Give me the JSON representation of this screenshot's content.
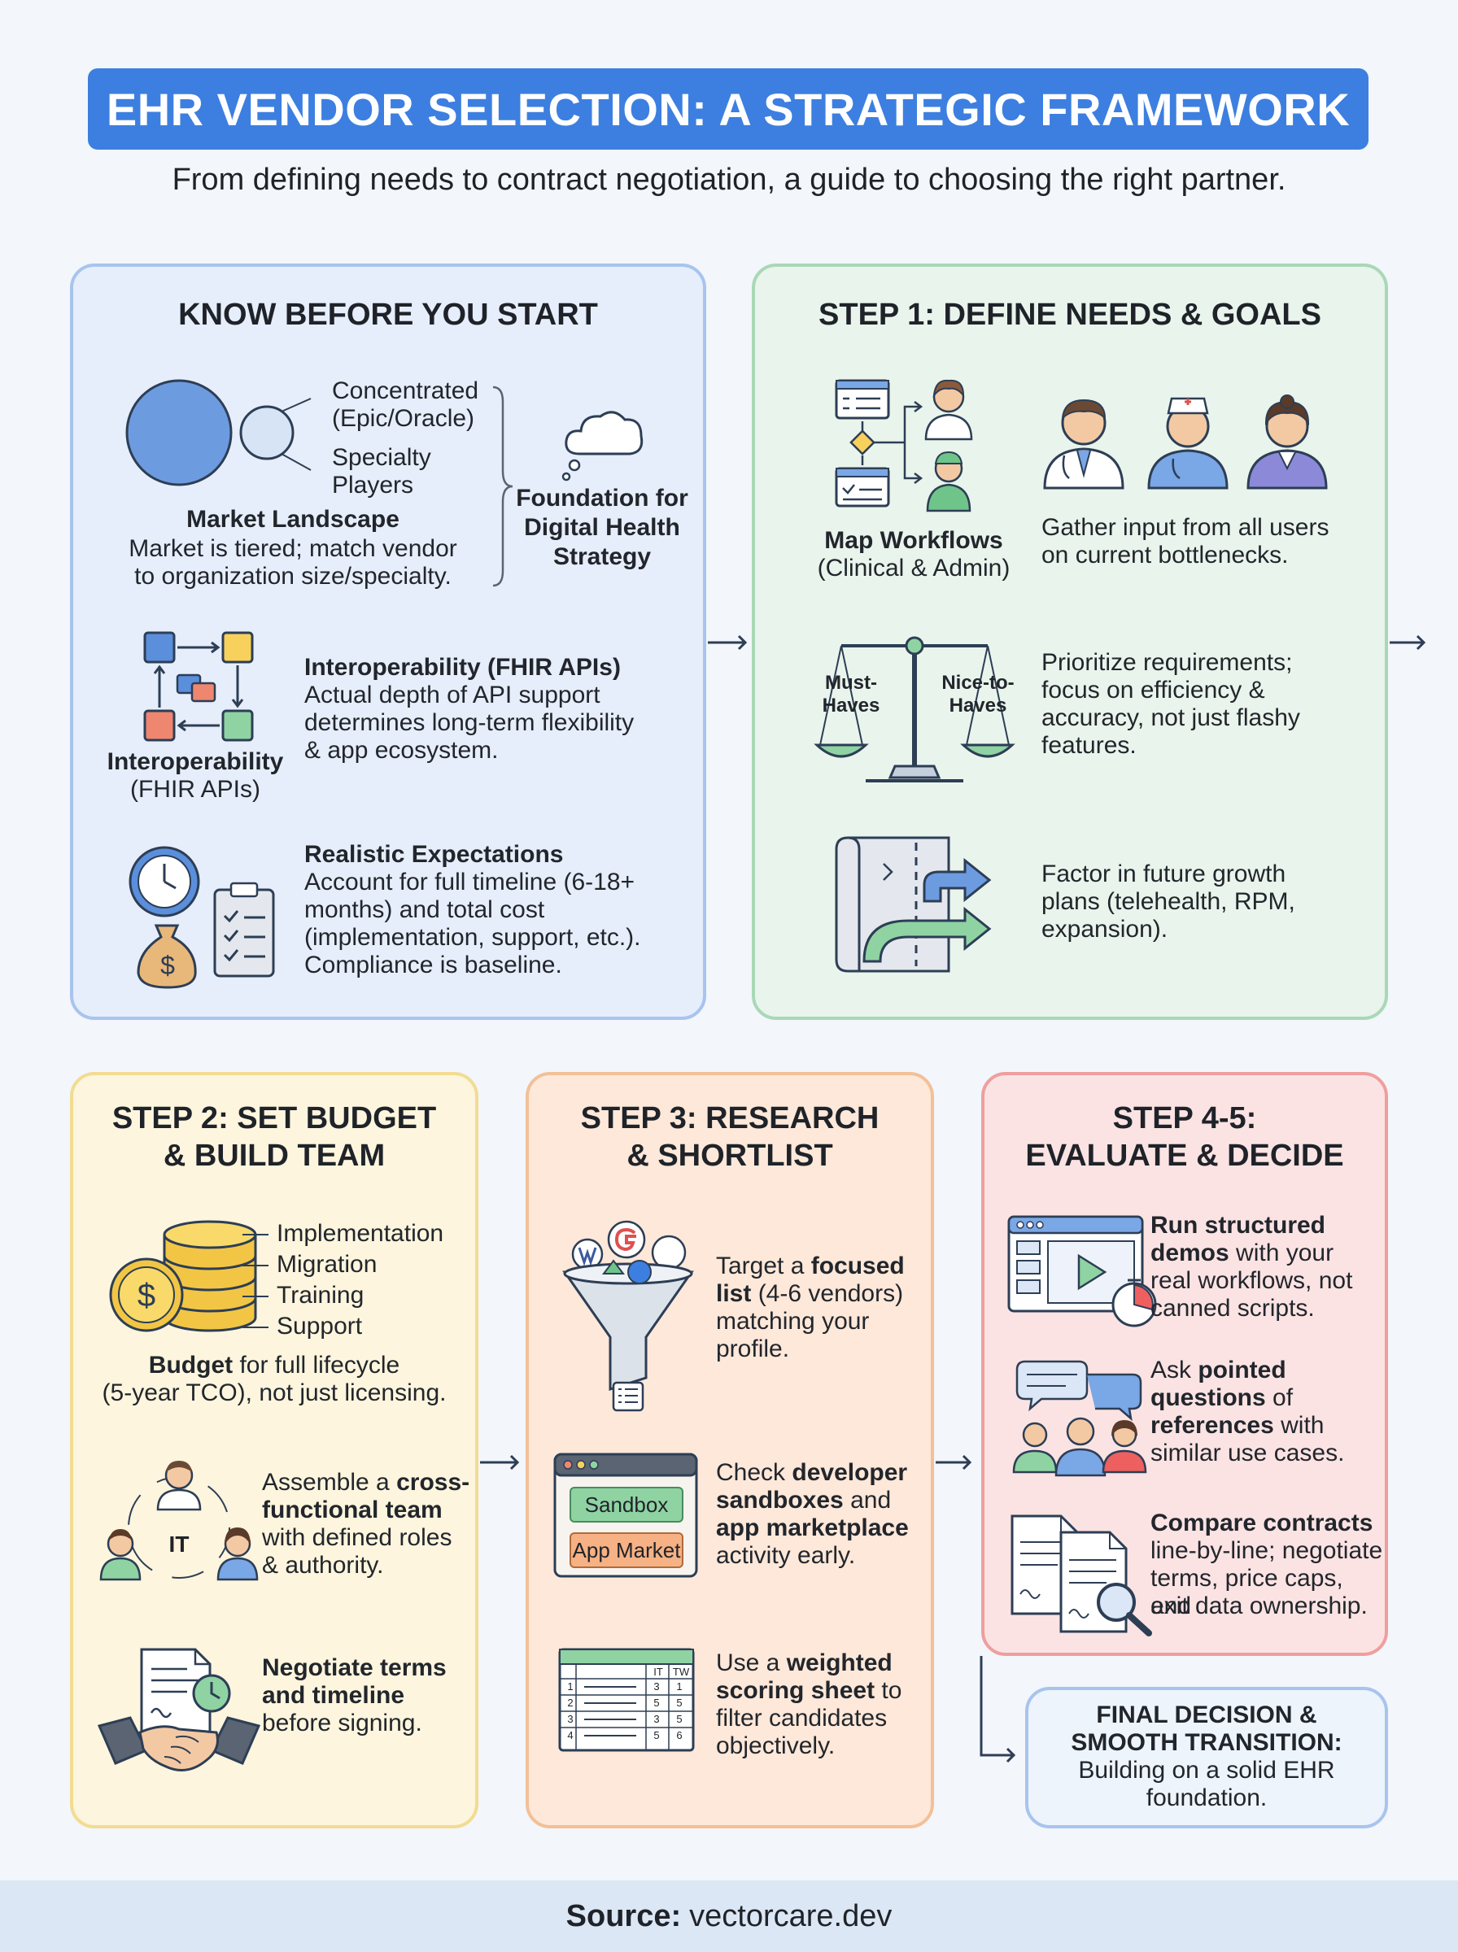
{
  "header": {
    "title": "EHR VENDOR SELECTION: A STRATEGIC FRAMEWORK",
    "subtitle": "From defining needs to contract negotiation, a guide to choosing the right partner."
  },
  "know_before": {
    "title": "KNOW BEFORE YOU START",
    "market": {
      "tier1": "Concentrated",
      "tier1b": "(Epic/Oracle)",
      "tier2": "Specialty",
      "tier2b": "Players",
      "label": "Market Landscape",
      "desc1": "Market is tiered; match vendor",
      "desc2": "to organization size/specialty."
    },
    "foundation": [
      "Foundation for",
      "Digital Health",
      "Strategy"
    ],
    "interop": {
      "icon_label1": "Interoperability",
      "icon_label2": "(FHIR APIs)",
      "heading": "Interoperability (FHIR APIs)",
      "lines": [
        "Actual depth of API support",
        "determines long-term flexibility",
        "& app ecosystem."
      ]
    },
    "realistic": {
      "heading": "Realistic Expectations",
      "lines": [
        "Account for full timeline (6-18+",
        "months) and total cost",
        "(implementation, support, etc.).",
        "Compliance is baseline."
      ],
      "dollar": "$"
    }
  },
  "step1": {
    "title": "STEP 1: DEFINE NEEDS & GOALS",
    "workflows_label1": "Map Workflows",
    "workflows_label2": "(Clinical & Admin)",
    "gather": [
      "Gather input from all users",
      "on current bottlenecks."
    ],
    "scale_left": [
      "Must-",
      "Haves"
    ],
    "scale_right": [
      "Nice-to-",
      "Haves"
    ],
    "prioritize": [
      "Prioritize requirements;",
      "focus on efficiency &",
      "accuracy, not just flashy",
      "features."
    ],
    "growth": [
      "Factor in future growth",
      "plans (telehealth, RPM,",
      "expansion)."
    ]
  },
  "step2": {
    "title": [
      "STEP 2: SET BUDGET",
      "& BUILD TEAM"
    ],
    "budget_items": [
      "Implementation",
      "Migration",
      "Training",
      "Support"
    ],
    "dollar": "$",
    "budget_bold": "Budget",
    "budget_rest1": " for full lifecycle",
    "budget_rest2": "(5-year TCO), not just licensing.",
    "team_icon": "IT",
    "team_pre": "Assemble a ",
    "team_bold1": "cross-",
    "team_bold2": "functional team",
    "team_rest": [
      "with defined roles",
      "& authority."
    ],
    "negotiate_bold": [
      "Negotiate terms",
      "and timeline"
    ],
    "negotiate_rest": "before signing."
  },
  "step3": {
    "title": [
      "STEP 3: RESEARCH",
      "& SHORTLIST"
    ],
    "target_pre": "Target a ",
    "target_bold1": "focused",
    "target_bold2": "list",
    "target_rest1": " (4-6 vendors)",
    "target_rest2": [
      "matching your",
      "profile."
    ],
    "sandbox_label": "Sandbox",
    "market_label": "App Market",
    "check_pre": "Check ",
    "check_bold1": "developer",
    "check_bold2": "sandboxes",
    "check_mid": " and",
    "check_bold3": "app marketplace",
    "check_rest": "activity early.",
    "sheet_cols": [
      "IT",
      "TW"
    ],
    "sheet_rows": [
      [
        "1",
        "3",
        "1"
      ],
      [
        "2",
        "5",
        "5"
      ],
      [
        "3",
        "3",
        "5"
      ],
      [
        "4",
        "5",
        "6"
      ]
    ],
    "use_pre": "Use a ",
    "use_bold1": "weighted",
    "use_bold2": "scoring sheet",
    "use_rest1": " to",
    "use_rest2": [
      "filter candidates",
      "objectively."
    ]
  },
  "step45": {
    "title": [
      "STEP 4-5:",
      "EVALUATE & DECIDE"
    ],
    "demo_bold1": "Run structured",
    "demo_bold2": "demos",
    "demo_rest1": " with your",
    "demo_rest2": [
      "real workflows, not",
      "canned scripts."
    ],
    "ask_pre": "Ask ",
    "ask_bold1": "pointed",
    "ask_bold2": "questions",
    "ask_mid": " of",
    "ask_bold3": "references",
    "ask_rest1": " with",
    "ask_rest2": "similar use cases.",
    "compare_bold": "Compare contracts",
    "compare_rest": [
      "line-by-line; negotiate",
      "terms, price caps, and",
      "exit data ownership."
    ]
  },
  "final": {
    "line1": "FINAL DECISION &",
    "line2": "SMOOTH TRANSITION:",
    "line3": "Building on a solid EHR",
    "line4": "foundation."
  },
  "footer": {
    "label": "Source:",
    "value": "vectorcare.dev"
  },
  "colors": {
    "accent": "#3d7fe0",
    "blue_panel": "#e6eefb",
    "green_panel": "#e9f4ec",
    "yellow_panel": "#fdf5dd",
    "orange_panel": "#fde8d9",
    "red_panel": "#fbe3e3"
  }
}
